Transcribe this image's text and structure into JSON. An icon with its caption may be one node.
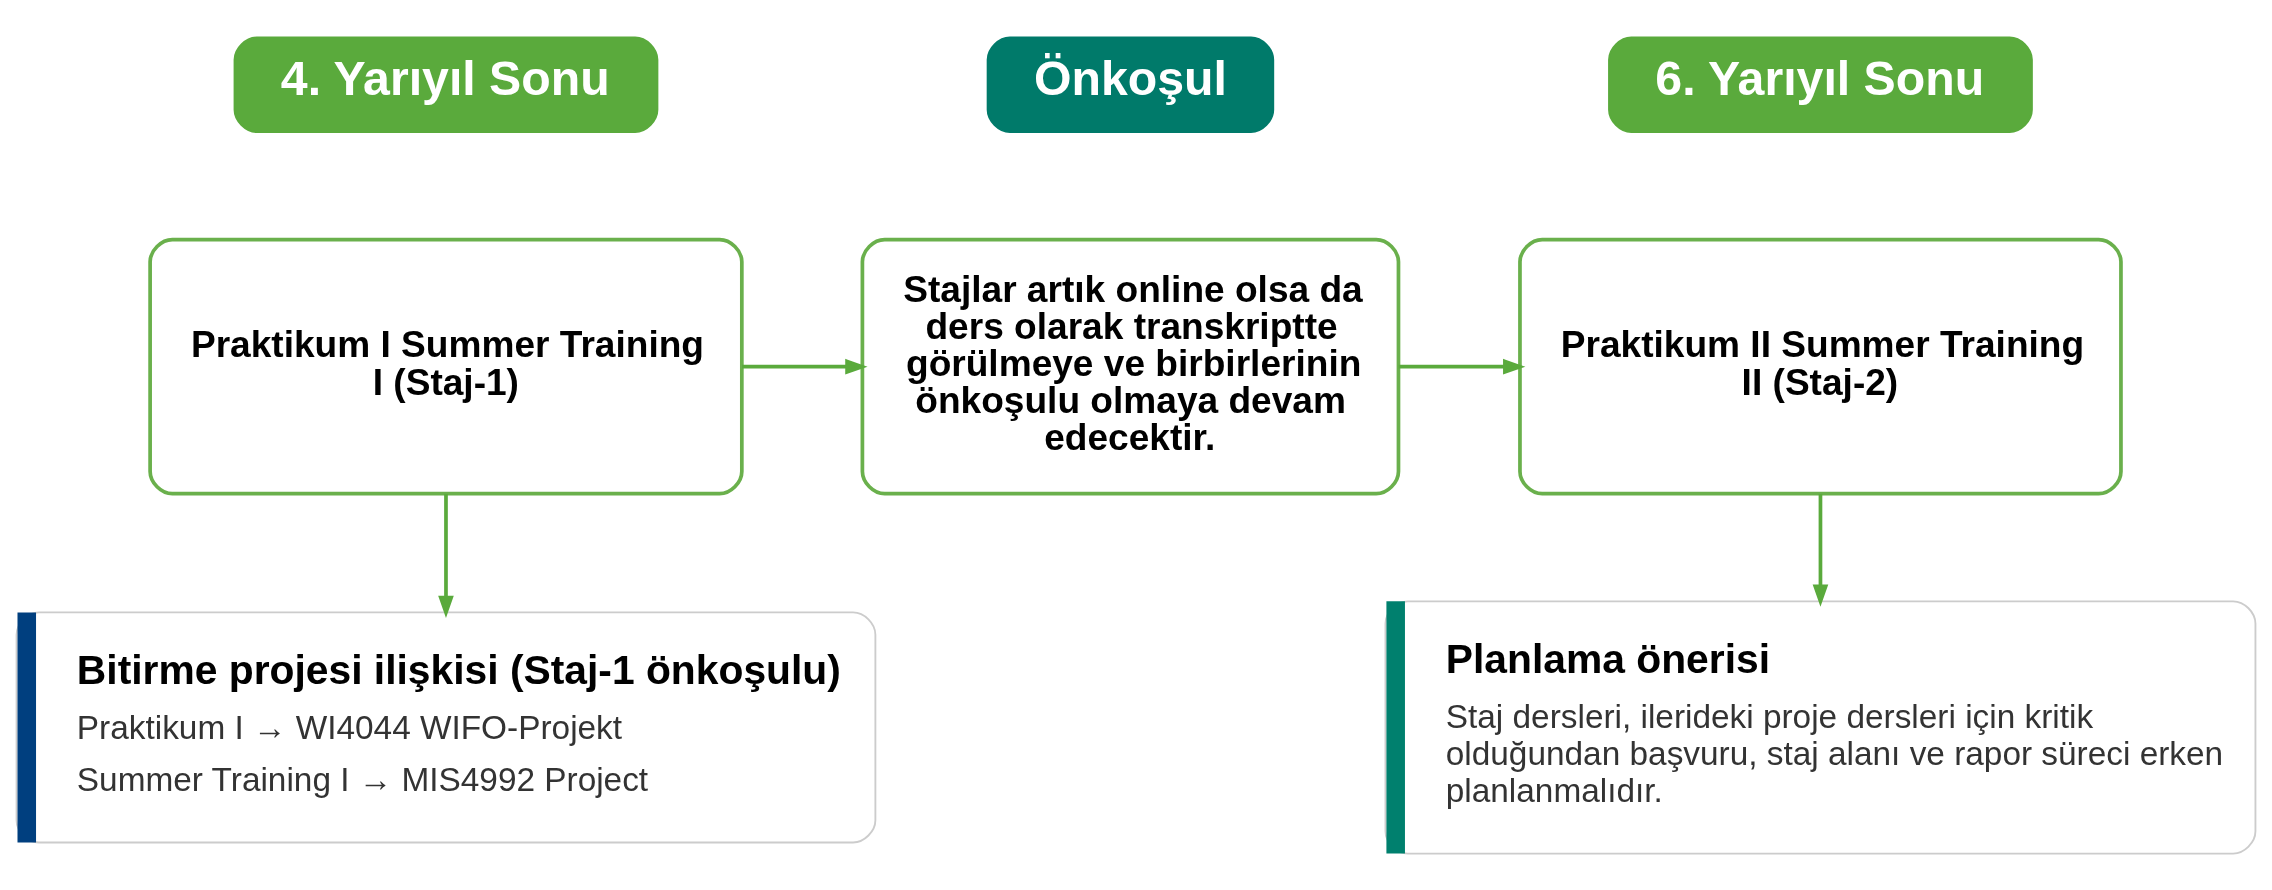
{
  "diagram": {
    "nodes": [
      {
        "text": [
          "4. Yarıyıl Sonu"
        ]
      },
      {
        "text": [
          "Önkoşul"
        ]
      },
      {
        "text": [
          "6. Yarıyıl Sonu"
        ]
      },
      {
        "text": [
          "Praktikum I Summer Training I (Staj-1)"
        ]
      },
      {
        "text": [
          "Stajlar artık online olsa da ders olarak transkriptte görülmeye ve birbirlerinin önkoşulu olmaya devam edecektir."
        ]
      },
      {
        "text": [
          "Praktikum II Summer Training II (Staj-2)"
        ]
      },
      {
        "text": [
          "Bitirme projesi ilişkisi (Staj-1 önkoşulu)",
          "Praktikum I → WI4044 WIFO-Projekt",
          "Summer Training I → MIS4992 Project"
        ]
      },
      {
        "text": [
          "Planlama önerisi",
          "Staj dersleri, ilerideki proje dersleri için kritik olduğundan başvuru, staj alanı ve rapor süreci erken planlanmalıdır."
        ]
      }
    ],
    "edges": [
      {
        "from": 3,
        "to": 4,
        "arrow": "to"
      },
      {
        "from": 4,
        "to": 5,
        "arrow": "to"
      },
      {
        "from": 3,
        "to": 6,
        "arrow": "to"
      },
      {
        "from": 5,
        "to": 7,
        "arrow": "to"
      }
    ]
  }
}
